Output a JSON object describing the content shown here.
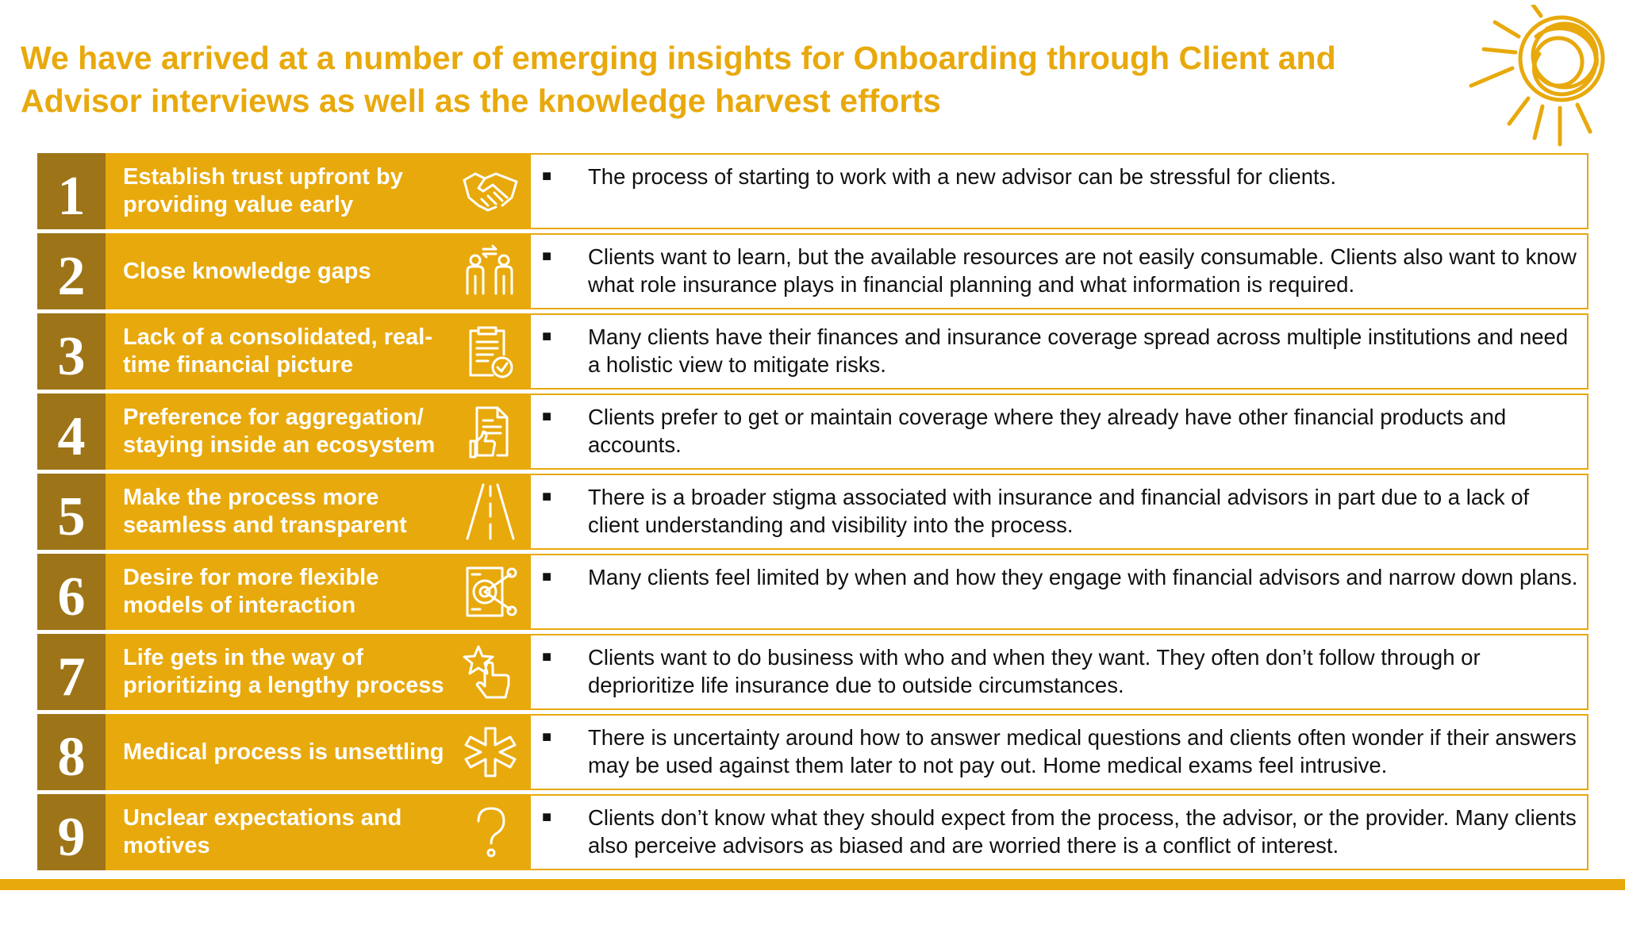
{
  "title": "We have arrived at a number of emerging insights for Onboarding through Client and Advisor interviews as well as the knowledge harvest efforts",
  "colors": {
    "accent": "#E8A90C",
    "number_bg": "#9D7418",
    "text": "#111111"
  },
  "insights": [
    {
      "number": "1",
      "label": "Establish trust upfront by providing value early",
      "icon": "handshake-icon",
      "detail": "The process of starting to work with a new advisor can be stressful for clients."
    },
    {
      "number": "2",
      "label": "Close knowledge gaps",
      "icon": "people-exchange-icon",
      "detail": "Clients want to learn, but the available resources are not easily consumable. Clients also want to know what role insurance plays in financial planning and what information is required."
    },
    {
      "number": "3",
      "label": "Lack of a consolidated, real-time financial picture",
      "icon": "clipboard-check-icon",
      "detail": "Many clients have their finances and insurance coverage spread across multiple institutions and need a holistic view to mitigate risks."
    },
    {
      "number": "4",
      "label": "Preference for aggregation/ staying inside an ecosystem",
      "icon": "document-thumbs-up-icon",
      "detail": "Clients prefer to get or maintain coverage where they already have other financial products and accounts."
    },
    {
      "number": "5",
      "label": "Make the process more seamless and transparent",
      "icon": "road-icon",
      "detail": "There is a broader stigma associated with insurance and financial advisors in part due to a lack of client understanding and visibility into the process."
    },
    {
      "number": "6",
      "label": "Desire for more flexible models of interaction",
      "icon": "target-network-icon",
      "detail": "Many clients feel limited by when and how they engage with financial advisors and narrow down plans."
    },
    {
      "number": "7",
      "label": "Life gets in the way of prioritizing a lengthy process",
      "icon": "star-click-icon",
      "detail": "Clients want to do business with who and when they want. They often don’t follow through or deprioritize life insurance due to outside circumstances."
    },
    {
      "number": "8",
      "label": "Medical process is unsettling",
      "icon": "medical-asterisk-icon",
      "detail": "There is uncertainty around how to answer medical questions and clients often wonder if their answers may be used against them later to not pay out. Home medical exams feel intrusive."
    },
    {
      "number": "9",
      "label": "Unclear expectations and motives",
      "icon": "question-mark-icon",
      "detail": "Clients don’t know what they should expect from the process, the advisor, or the provider. Many clients also perceive advisors as biased and are worried there is a conflict of interest."
    }
  ]
}
